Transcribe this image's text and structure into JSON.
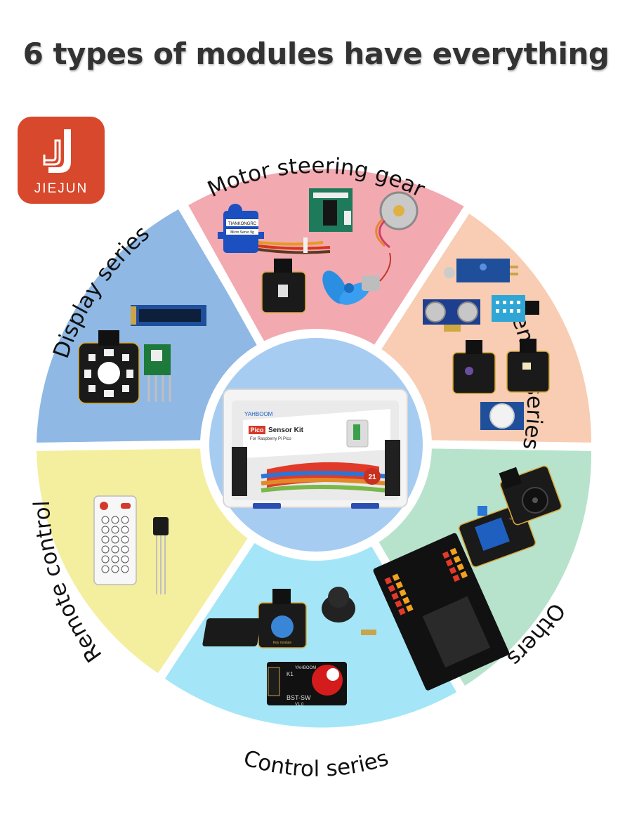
{
  "headline": "6 types of modules have everything",
  "brand": {
    "name": "JIEJUN",
    "color": "#d8482c"
  },
  "segments": {
    "motor": {
      "label": "Motor steering gear",
      "color": "#f2a9b0"
    },
    "sensor": {
      "label": "Sensor series",
      "color": "#f8cdb3"
    },
    "others": {
      "label": "Others",
      "color": "#b7e3cd"
    },
    "control": {
      "label": "Control series",
      "color": "#a4e6f7"
    },
    "remote": {
      "label": "Remote control",
      "color": "#f4ee9f"
    },
    "display": {
      "label": "Display series",
      "color": "#8fb8e4"
    }
  },
  "center": {
    "color": "#a7ccf2",
    "box_brand": "YAHBOOM",
    "box_title_a": "Pico",
    "box_title_b": "Sensor Kit",
    "box_subtitle": "For Raspberry Pi Pico",
    "box_count": "21"
  },
  "module_prints": {
    "servo": "TIANKONGRC",
    "servo_sub": "Micro Servo 9g",
    "key_module": "Key module",
    "ctrl_brand": "YAHBOOM",
    "bst": "BST-SW",
    "bst_ver": "V1.0",
    "k1": "K1",
    "relay_brand": "YAHBOOM"
  }
}
